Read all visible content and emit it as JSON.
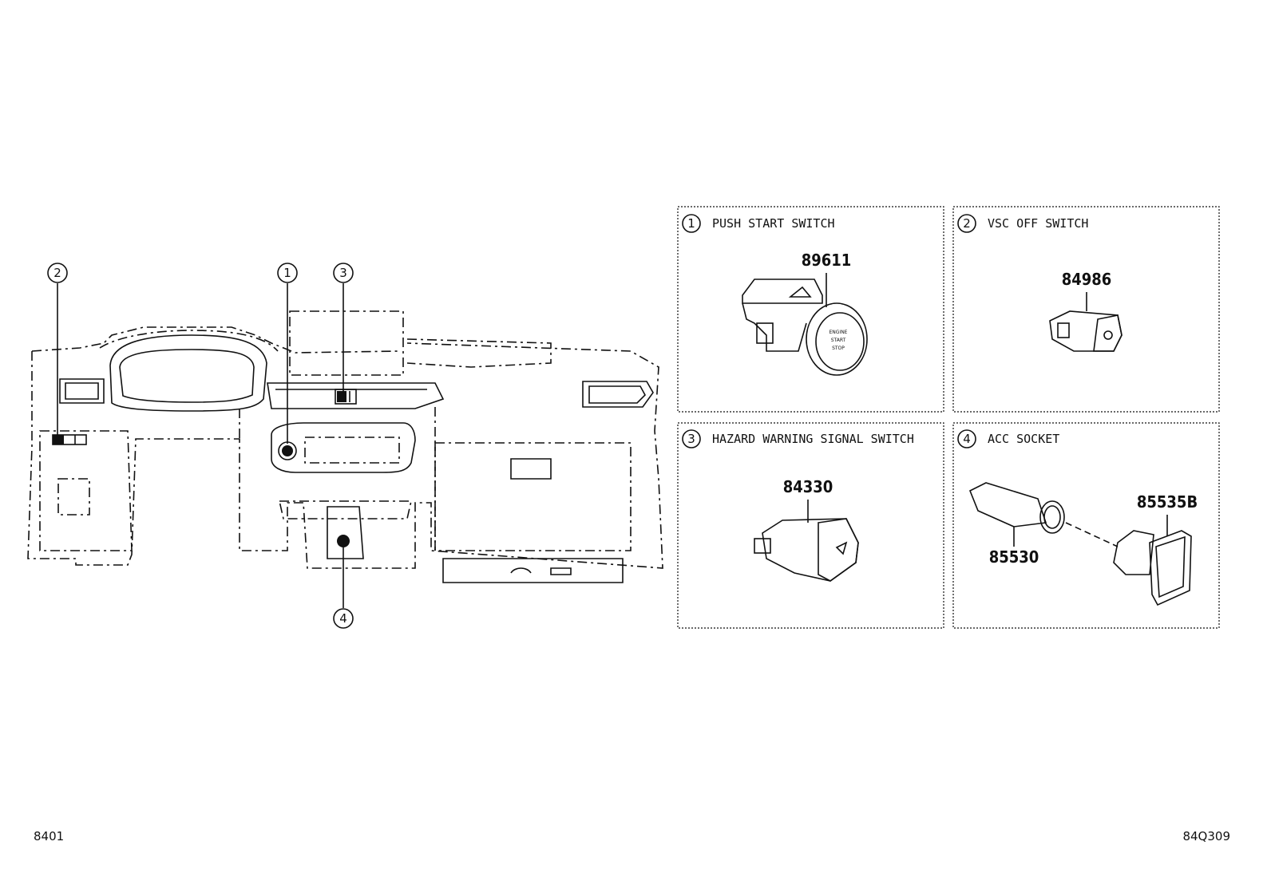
{
  "callouts": {
    "c1": "1",
    "c2": "2",
    "c3": "3",
    "c4": "4"
  },
  "panels": [
    {
      "num": "1",
      "title": "PUSH START SWITCH",
      "parts": [
        "89611"
      ]
    },
    {
      "num": "2",
      "title": "VSC OFF SWITCH",
      "parts": [
        "84986"
      ]
    },
    {
      "num": "3",
      "title": "HAZARD WARNING SIGNAL SWITCH",
      "parts": [
        "84330"
      ]
    },
    {
      "num": "4",
      "title": "ACC SOCKET",
      "parts": [
        "85535B",
        "85530"
      ]
    }
  ],
  "button_text": {
    "line1": "ENGINE",
    "line2": "START",
    "line3": "STOP"
  },
  "footer": {
    "left": "8401",
    "right": "84Q309"
  }
}
